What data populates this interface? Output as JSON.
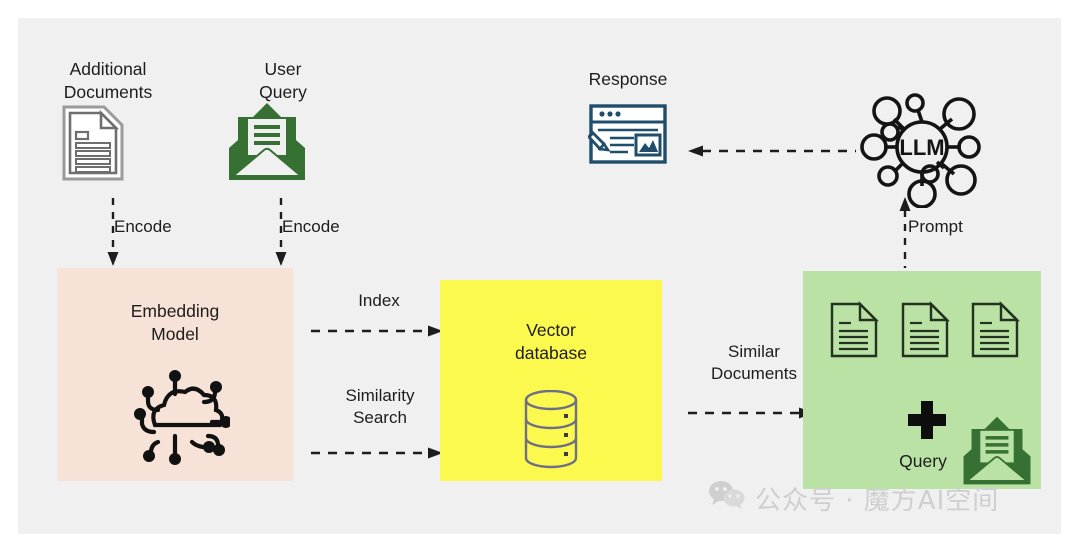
{
  "canvas": {
    "background": "#f0f0f0",
    "page_background": "#ffffff"
  },
  "diagram": {
    "title_nodes": {
      "additional_documents": "Additional\nDocuments",
      "user_query": "User\nQuery",
      "response": "Response"
    },
    "boxes": [
      {
        "id": "embedding-model",
        "label": "Embedding\nModel",
        "color": "#f6e2d6",
        "icon": "cloud-network-icon"
      },
      {
        "id": "vector-database",
        "label": "Vector\ndatabase",
        "color": "#fcf94e",
        "icon": "database-cylinder-icon"
      },
      {
        "id": "context-bundle",
        "label": "Query",
        "color": "#b9e2a4",
        "icon": "documents-plus-query-icon"
      }
    ],
    "arrows": [
      {
        "id": "encode-documents",
        "label": "Encode",
        "direction": "down",
        "style": "dashed"
      },
      {
        "id": "encode-query",
        "label": "Encode",
        "direction": "down",
        "style": "dashed"
      },
      {
        "id": "index",
        "label": "Index",
        "direction": "right",
        "style": "dashed"
      },
      {
        "id": "similarity-search",
        "label": "Similarity\nSearch",
        "direction": "right",
        "style": "dashed"
      },
      {
        "id": "similar-documents",
        "label": "Similar\nDocuments",
        "direction": "right",
        "style": "dashed"
      },
      {
        "id": "prompt",
        "label": "Prompt",
        "direction": "up",
        "style": "dashed"
      },
      {
        "id": "response",
        "label": "",
        "direction": "left",
        "style": "dashed"
      }
    ],
    "llm": {
      "label": "LLM",
      "icon": "llm-network-icon"
    },
    "colors": {
      "green_accent": "#367032",
      "blue_accent": "#1f4d6b",
      "ink": "#1d1d1d",
      "doc_gray": "#6e6e6e",
      "cylinder_stroke": "#6e6e86"
    }
  },
  "watermark": {
    "text": "公众号 · 魔方AI空间",
    "icon": "wechat-icon",
    "color": "#cfcfcf"
  }
}
